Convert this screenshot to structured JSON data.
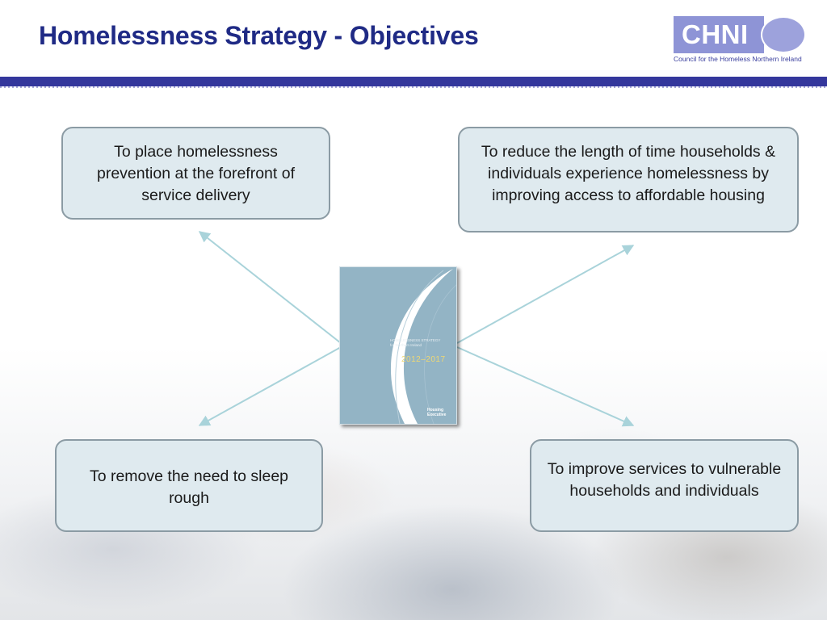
{
  "slide": {
    "title": "Homelessness Strategy - Objectives"
  },
  "logo": {
    "text": "CHNI",
    "tagline": "Council for the Homeless Northern Ireland",
    "color": "#8e94d6"
  },
  "cover": {
    "title_line1": "HOMELESSNESS STRATEGY",
    "title_line2": "for Northern Ireland",
    "years": "2012–2017",
    "brand_line1": "Housing",
    "brand_line2": "Executive"
  },
  "objectives": [
    {
      "text": "To place homelessness prevention at the forefront of service delivery"
    },
    {
      "text": "To reduce the length of time households & individuals experience homelessness by improving access to affordable housing"
    },
    {
      "text": "To remove the need to sleep rough"
    },
    {
      "text": "To improve services to vulnerable households and individuals"
    }
  ],
  "colors": {
    "title": "#1f2a85",
    "rule": "#34379c",
    "box_fill": "#dfeaef",
    "box_border": "#8b9ba4",
    "arrow": "#a9d3da"
  }
}
